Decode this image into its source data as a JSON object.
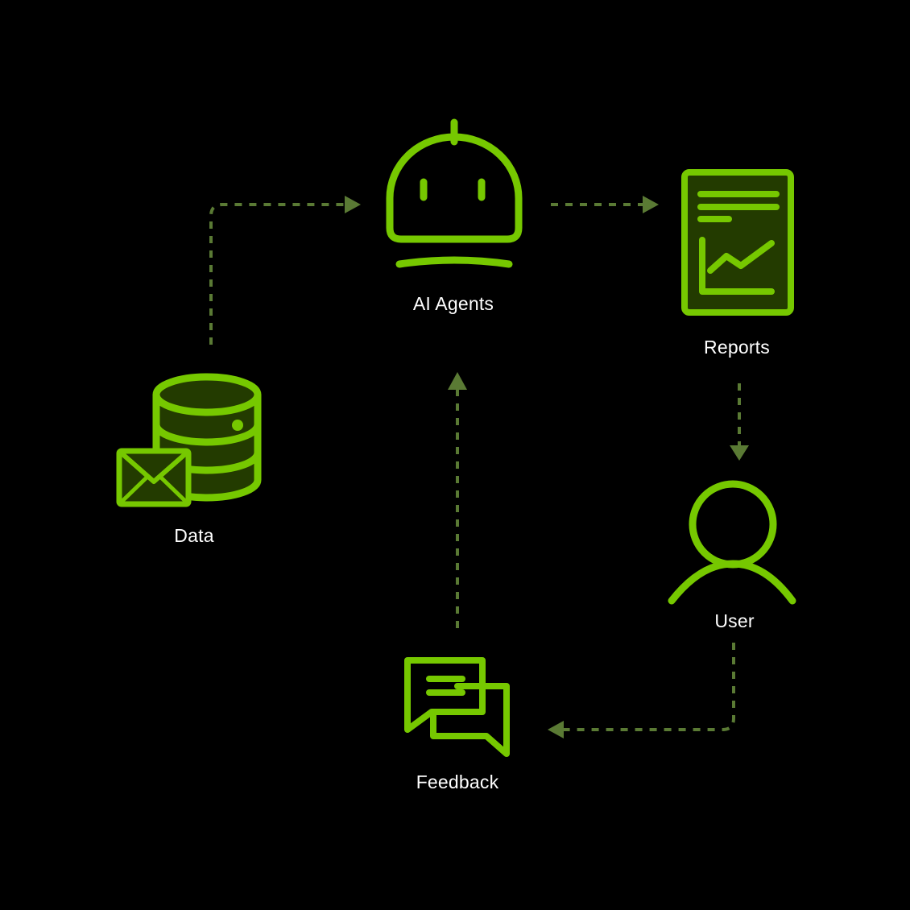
{
  "colors": {
    "background": "#000000",
    "icon_stroke": "#76c800",
    "icon_fill": "#233b00",
    "arrow": "#5a7a34",
    "label": "#ffffff"
  },
  "nodes": {
    "ai_agents": {
      "label": "AI Agents",
      "icon": "robot-head-icon"
    },
    "reports": {
      "label": "Reports",
      "icon": "report-chart-icon"
    },
    "data": {
      "label": "Data",
      "icon": "database-mail-icon"
    },
    "user": {
      "label": "User",
      "icon": "user-icon"
    },
    "feedback": {
      "label": "Feedback",
      "icon": "chat-bubbles-icon"
    }
  }
}
